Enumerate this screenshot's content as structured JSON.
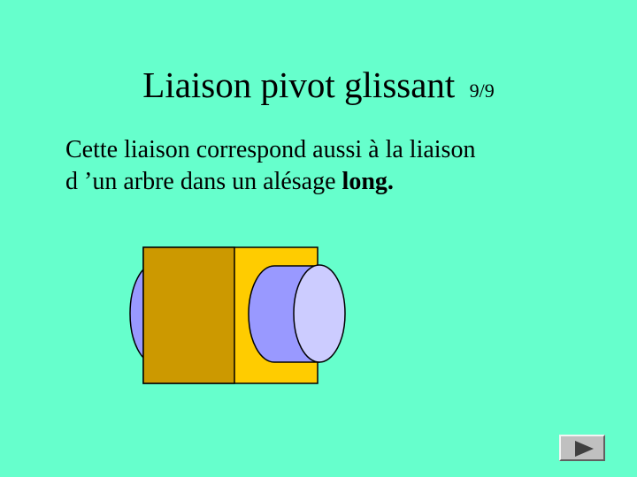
{
  "slide": {
    "title": "Liaison pivot glissant",
    "page_number": "9/9",
    "text_line1": "Cette liaison correspond aussi à la liaison",
    "text_line2_prefix": "d ’un arbre dans un alésage ",
    "text_line2_bold": "long."
  },
  "diagram": {
    "description_colors": {
      "bore_front": "#cc9900",
      "bore_body": "#ffcc00",
      "shaft": "#9999ff",
      "shaft_end": "#ccccff"
    }
  },
  "navigation": {
    "next_icon": "play-right-icon"
  }
}
